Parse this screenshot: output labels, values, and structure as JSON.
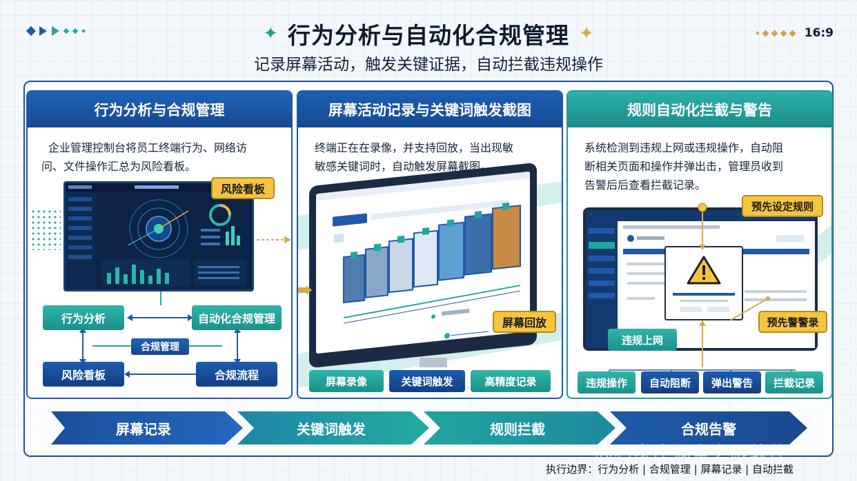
{
  "header": {
    "title": "行为分析与自动化合规管理",
    "subtitle": "记录屏幕活动，触发关键证据，自动拦截违规操作",
    "ratio": "16:9"
  },
  "panel1": {
    "title": "行为分析与合规管理",
    "desc_line1": "企业管理控制台将员工终端行为、网络访",
    "desc_line2": "问、文件操作汇总为风险看板。",
    "callout": "风险看板",
    "nodes": {
      "behavior": "行为分析",
      "auto_compliance": "自动化合规管理",
      "compliance_mgmt": "合规管理",
      "risk_board": "风险看板",
      "compliance_flow": "合规流程"
    }
  },
  "panel2": {
    "title": "屏幕活动记录与关键词触发截图",
    "desc_line1": "终端正在在录像，并支持回放，当出现敏",
    "desc_line2": "敏感关键词时，自动触发屏幕截图。",
    "callout": "屏幕回放",
    "tags": [
      "屏幕录像",
      "关键词触发",
      "高精度记录"
    ]
  },
  "panel3": {
    "title": "规则自动化拦截与警告",
    "desc_line1": "系统检测到违规上网或违规操作，自动阻",
    "desc_line2": "断相关页面和操作并弹出击，管理员收到",
    "desc_line3": "告警后后查看拦截记录。",
    "callout_rules": "预先设定规则",
    "callout_alert": "预先警警录",
    "callout_violation": "违规上网",
    "tags": [
      "违规操作",
      "自动阻断",
      "弹出警告",
      "拦截记录"
    ]
  },
  "flow": [
    "屏幕记录",
    "关键词触发",
    "规则拦截",
    "合规告警"
  ],
  "footer": "执行边界：行为分析 | 合规管理 | 屏幕记录 | 自动拦截",
  "watermark": "@石家庄洞察之眼软件",
  "colors": {
    "navy": "#1f59a8",
    "teal": "#22a7a0",
    "gold": "#f5c542"
  }
}
